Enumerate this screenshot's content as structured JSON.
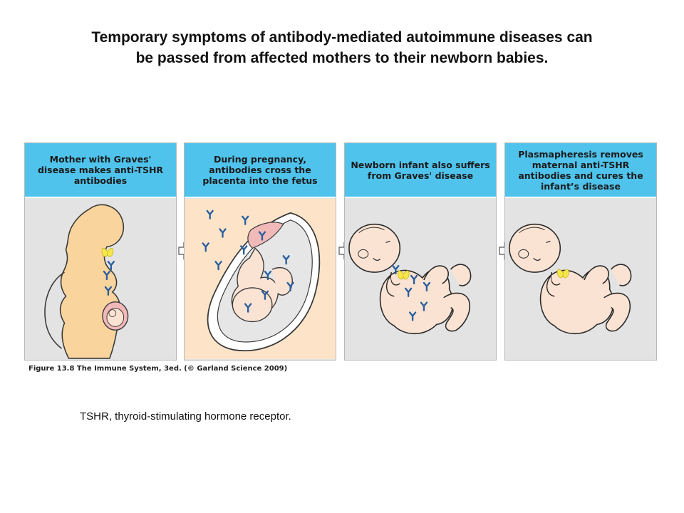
{
  "slide": {
    "title": "Temporary symptoms of antibody-mediated autoimmune diseases can be passed from affected mothers to their newborn babies.",
    "footnote": "TSHR, thyroid-stimulating hormone receptor."
  },
  "figure": {
    "caption": "Figure 13.8 The Immune System, 3ed. (© Garland Science 2009)",
    "panels": [
      {
        "header": "Mother with Graves' disease makes anti-TSHR antibodies"
      },
      {
        "header": "During pregnancy, antibodies cross the placenta into the fetus"
      },
      {
        "header": "Newborn infant also suffers from Graves' disease"
      },
      {
        "header": "Plasmapheresis removes maternal anti-TSHR antibodies and cures the infant’s disease"
      }
    ]
  },
  "colors": {
    "header_blue": "#4fc3ec",
    "panel_gray": "#e3e3e3",
    "womb_panel": "#fde4c8",
    "skin_mother": "#f9d49c",
    "skin_infant": "#fbe3d3",
    "placenta": "#f2b9b9",
    "antibody": "#2a5f9e",
    "thyroid": "#f5e64a"
  },
  "icons": [
    "antibody-icon",
    "thyroid-icon",
    "arrow-right-icon"
  ]
}
